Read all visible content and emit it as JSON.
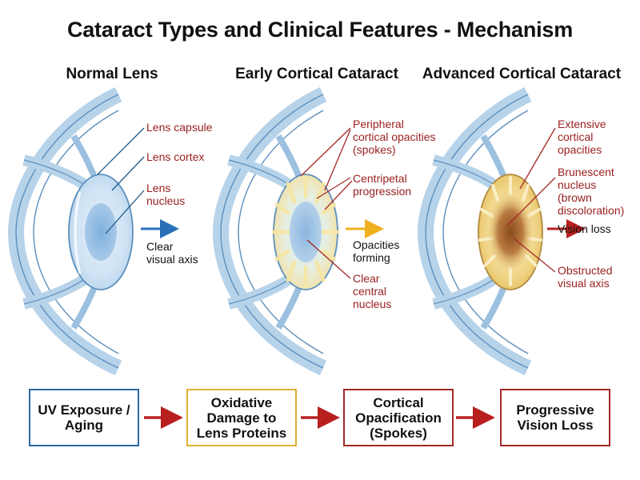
{
  "title": "Cataract Types and Clinical Features - Mechanism",
  "panels": [
    {
      "title": "Normal Lens",
      "labels": {
        "capsule": "Lens capsule",
        "cortex": "Lens cortex",
        "nucleus": [
          "Lens",
          "nucleus"
        ],
        "axis": [
          "Clear",
          "visual axis"
        ]
      }
    },
    {
      "title": "Early Cortical Cataract",
      "labels": {
        "peripheral": [
          "Peripheral",
          "cortical opacities",
          "(spokes)"
        ],
        "centripetal": [
          "Centripetal",
          "progression"
        ],
        "opacities": [
          "Opacities",
          "forming"
        ],
        "clear": [
          "Clear",
          "central",
          "nucleus"
        ]
      }
    },
    {
      "title": "Advanced Cortical Cataract",
      "labels": {
        "extensive": [
          "Extensive",
          "cortical",
          "opacities"
        ],
        "brunescent": [
          "Brunescent",
          "nucleus",
          "(brown",
          "discoloration)"
        ],
        "vision": [
          "Vision loss"
        ],
        "obstructed": [
          "Obstructed",
          "visual axis"
        ]
      }
    }
  ],
  "flow": [
    {
      "label": "UV Exposure /\nAging",
      "color": "#2a6aa0"
    },
    {
      "label": "Oxidative\nDamage to\nLens Proteins",
      "color": "#e0b030"
    },
    {
      "label": "Cortical\nOpacification\n(Spokes)",
      "color": "#a52828"
    },
    {
      "label": "Progressive\nVision Loss",
      "color": "#a52828"
    }
  ],
  "colors": {
    "label_red": "#9a2020",
    "leader_blue": "#1f5a8a",
    "leader_red": "#a52828",
    "axis_blue": "#2a70b8",
    "axis_yellow": "#f0b020",
    "axis_red": "#b82020",
    "flow_arrow": "#b82020"
  }
}
